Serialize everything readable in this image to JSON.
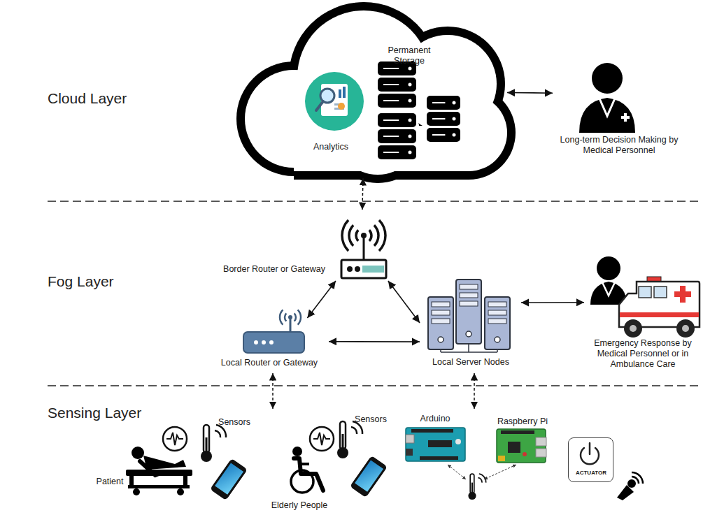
{
  "diagram": {
    "nodes": [
      {
        "text": [
          "Permanent Storage",
          "Analytics"
        ]
      },
      {
        "text": [
          "Long-term Decision Making by Medical Personnel"
        ]
      },
      {
        "text": [
          "Border Router or Gateway"
        ]
      },
      {
        "text": [
          "Local Router or Gateway"
        ]
      },
      {
        "text": [
          "Local Server Nodes"
        ]
      },
      {
        "text": [
          "Emergency Response by Medical Personnel or in Ambulance Care"
        ]
      },
      {
        "text": [
          "Arduino"
        ]
      },
      {
        "text": [
          "Raspberry Pi"
        ]
      },
      {
        "text": [
          "ACTUATOR"
        ]
      }
    ],
    "edges": [
      {
        "from": 0,
        "to": 1,
        "arrow": "both"
      },
      {
        "from": 0,
        "to": 2,
        "arrow": "both"
      },
      {
        "from": 2,
        "to": 3,
        "arrow": "both"
      },
      {
        "from": 2,
        "to": 4,
        "arrow": "both"
      },
      {
        "from": 3,
        "to": 4,
        "arrow": "both"
      },
      {
        "from": 4,
        "to": 5,
        "arrow": "both"
      }
    ],
    "labels": [
      "Cloud Layer",
      "Fog Layer",
      "Sensing Layer",
      "Sensors",
      "Sensors",
      "Patient",
      "Elderly People"
    ]
  }
}
